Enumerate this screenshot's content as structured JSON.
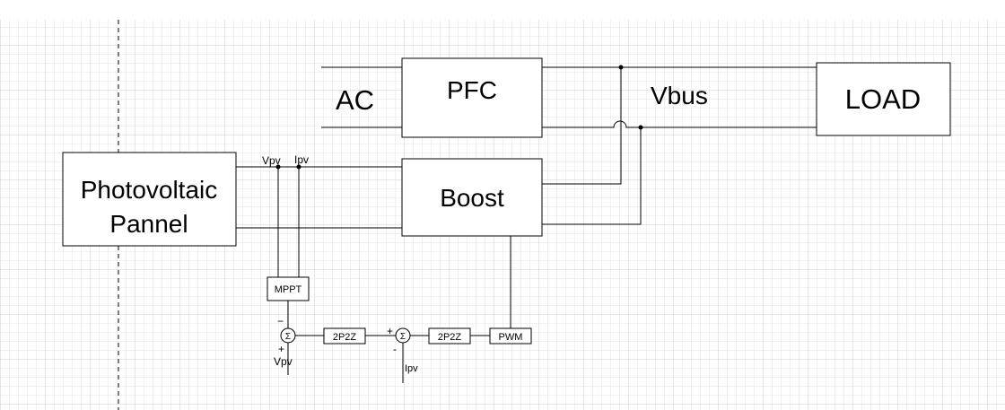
{
  "diagram": {
    "blocks": {
      "pfc": "PFC",
      "load": "LOAD",
      "boost": "Boost",
      "pv_line1": "Photovoltaic",
      "pv_line2": "Pannel",
      "mppt": "MPPT",
      "ctrl1": "2P2Z",
      "ctrl2": "2P2Z",
      "pwm": "PWM"
    },
    "labels": {
      "ac": "AC",
      "vbus": "Vbus",
      "vpv_top": "Vpv",
      "ipv_top": "Ipv",
      "vpv_bottom": "Vpv",
      "ipv_bottom": "Ipv",
      "sum1_minus": "−",
      "sum1_plus": "+",
      "sum2_plus": "+",
      "sum2_minus": "-",
      "sigma": "Σ"
    },
    "colors": {
      "grid_minor": "#e3e3e3",
      "grid_major": "#cfcfcf",
      "line": "#000000"
    }
  }
}
